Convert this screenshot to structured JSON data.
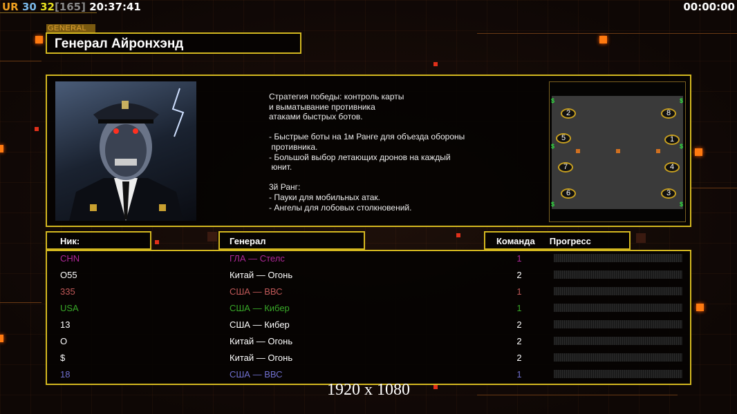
{
  "hud": {
    "ur": "UR",
    "fps": "30",
    "ping": "32",
    "bracket": "[165]",
    "time": "20:37:41",
    "clock": "00:00:00"
  },
  "general": {
    "tag": "GENERAL",
    "name": "Генерал Айронхэнд",
    "description": "Стратегия победы: контроль карты\nи выматывание противника\nатаками быстрых ботов.\n\n- Быстрые боты на 1м Ранге для объезда обороны\n противника.\n- Большой выбор летающих дронов на каждый\n юнит.\n\n3й Ранг:\n- Пауки для мобильных атак.\n- Ангелы для лобовых столкновений."
  },
  "map": {
    "slots": [
      "1",
      "2",
      "3",
      "4",
      "5",
      "6",
      "7",
      "8"
    ],
    "cash_symbol": "$"
  },
  "table": {
    "headers": {
      "nick": "Ник:",
      "general": "Генерал",
      "team": "Команда",
      "progress": "Прогресс"
    },
    "rows": [
      {
        "nick": "CHN",
        "general": "ГЛА — Стелс",
        "team": "1",
        "color": "#b0289a",
        "progress": 0
      },
      {
        "nick": "O55",
        "general": "Китай — Огонь",
        "team": "2",
        "color": "#ffffff",
        "progress": 0
      },
      {
        "nick": "335",
        "general": "США — ВВС",
        "team": "1",
        "color": "#c05858",
        "progress": 0
      },
      {
        "nick": "USA",
        "general": "США — Кибер",
        "team": "1",
        "color": "#38a828",
        "progress": 0
      },
      {
        "nick": "13",
        "general": "США — Кибер",
        "team": "2",
        "color": "#ffffff",
        "progress": 0
      },
      {
        "nick": "O",
        "general": "Китай — Огонь",
        "team": "2",
        "color": "#ffffff",
        "progress": 0
      },
      {
        "nick": "$",
        "general": "Китай — Огонь",
        "team": "2",
        "color": "#ffffff",
        "progress": 0
      },
      {
        "nick": "18",
        "general": "США — ВВС",
        "team": "1",
        "color": "#7070d0",
        "progress": 0
      }
    ]
  },
  "resolution": "1920 x 1080"
}
